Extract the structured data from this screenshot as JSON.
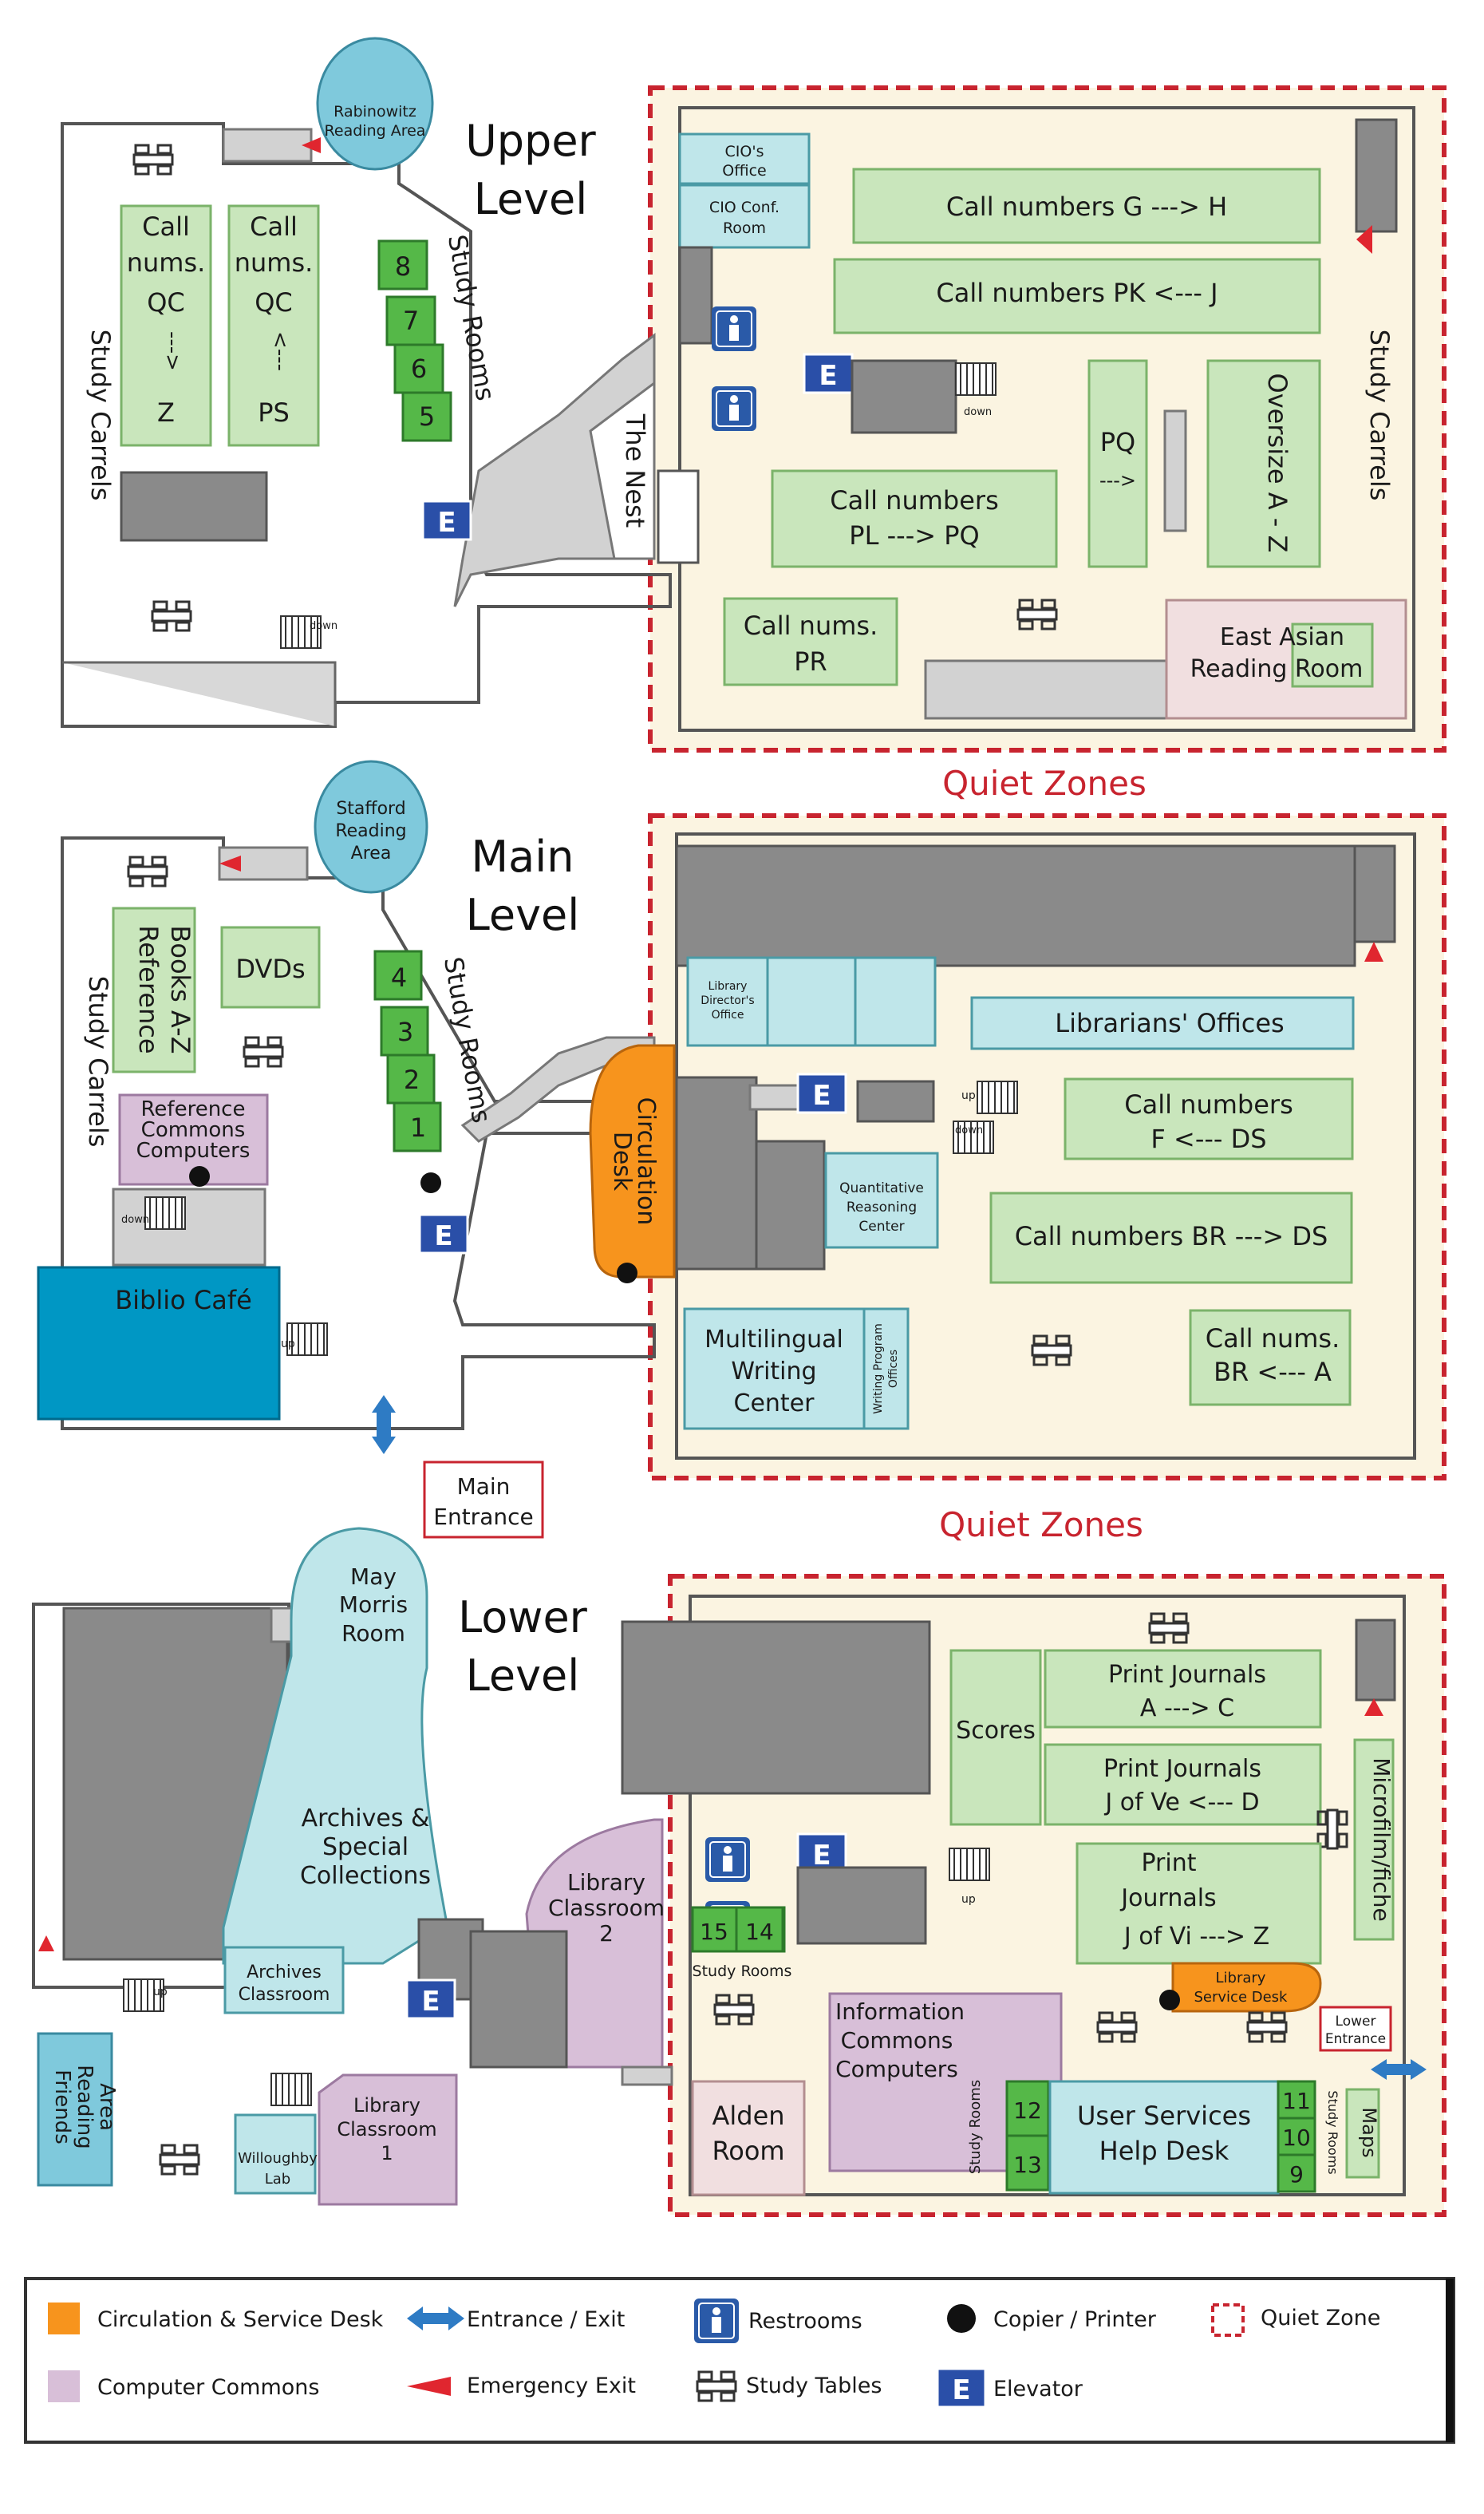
{
  "levels": {
    "upper": {
      "title_line1": "Upper",
      "title_line2": "Level",
      "rabinowitz": [
        "Rabinowitz",
        "Reading Area"
      ],
      "study_carrels": "Study Carrels",
      "call_qc_z": [
        "Call",
        "nums.",
        "QC",
        "--->",
        "Z"
      ],
      "call_qc_ps": [
        "Call",
        "nums.",
        "QC",
        "<---",
        "PS"
      ],
      "study_rooms": "Study Rooms",
      "room_numbers": [
        "8",
        "7",
        "6",
        "5"
      ],
      "nest": "The Nest",
      "cio_office": [
        "CIO's",
        "Office"
      ],
      "cio_conf": [
        "CIO Conf.",
        "Room"
      ],
      "call_g_h": "Call numbers G ---> H",
      "call_pk_j": "Call numbers  PK <--- J",
      "call_pl_pq": [
        "Call numbers",
        "PL  ---> PQ"
      ],
      "pq": [
        "PQ",
        "--->"
      ],
      "oversize": "Oversize A - Z",
      "study_carrels_right": "Study Carrels",
      "call_pr": [
        "Call nums.",
        "PR"
      ],
      "east_asian": [
        "East Asian",
        "Reading Room"
      ],
      "down": "down"
    },
    "main": {
      "title_line1": "Main",
      "title_line2": "Level",
      "stafford": [
        "Stafford",
        "Reading",
        "Area"
      ],
      "reference_books": [
        "Reference",
        "Books A-Z"
      ],
      "dvds": "DVDs",
      "study_carrels": "Study Carrels",
      "reference_commons": [
        "Reference",
        "Commons",
        "Computers"
      ],
      "biblio_cafe": "Biblio Café",
      "study_rooms": "Study Rooms",
      "room_numbers": [
        "4",
        "3",
        "2",
        "1"
      ],
      "circulation_desk": [
        "Circulation",
        "Desk"
      ],
      "library_directors": [
        "Library",
        "Director's",
        "Office"
      ],
      "librarians_offices": "Librarians' Offices",
      "call_f_ds": [
        "Call numbers",
        "F <--- DS"
      ],
      "quant_center": [
        "Quantitative",
        "Reasoning",
        "Center"
      ],
      "call_br_ds": "Call numbers BR ---> DS",
      "multilingual": [
        "Multilingual",
        "Writing",
        "Center"
      ],
      "writing_program": [
        "Writing Program",
        "Offices"
      ],
      "call_br_a": [
        "Call nums.",
        "BR <--- A"
      ],
      "main_entrance": [
        "Main",
        "Entrance"
      ],
      "up": "up",
      "down": "down"
    },
    "lower": {
      "title_line1": "Lower",
      "title_line2": "Level",
      "may_morris": [
        "May",
        "Morris",
        "Room"
      ],
      "archives": [
        "Archives &",
        "Special",
        "Collections"
      ],
      "library_classroom_2": [
        "Library",
        "Classroom",
        "2"
      ],
      "archives_classroom": [
        "Archives",
        "Classroom"
      ],
      "friends_reading": [
        "Friends",
        "Reading",
        "Area"
      ],
      "willoughby": [
        "Willoughby",
        "Lab"
      ],
      "library_classroom_1": [
        "Library",
        "Classroom",
        "1"
      ],
      "scores": "Scores",
      "print_a_c": [
        "Print Journals",
        "A ---> C"
      ],
      "print_j_d": [
        "Print Journals",
        "J of Ve <--- D"
      ],
      "print_vi_z": [
        "Print",
        "Journals",
        "J  of Vi ---> Z"
      ],
      "microfilm": "Microfilm/fiche",
      "study_rooms_15_14": [
        "15",
        "14"
      ],
      "study_rooms_label": "Study Rooms",
      "info_commons": [
        "Information",
        "Commons",
        "Computers"
      ],
      "library_service_desk": [
        "Library",
        "Service Desk"
      ],
      "lower_entrance": [
        "Lower",
        "Entrance"
      ],
      "alden": [
        "Alden",
        "Room"
      ],
      "rooms_12_13": [
        "12",
        "13"
      ],
      "user_services": [
        "User Services",
        "Help Desk"
      ],
      "rooms_11_10_9": [
        "11",
        "10",
        "9"
      ],
      "maps": "Maps",
      "up": "up"
    }
  },
  "quiet_zones_label": "Quiet Zones",
  "elevator_letter": "E",
  "legend": {
    "items": [
      {
        "label": "Circulation & Service Desk",
        "color": "#f7941d"
      },
      {
        "label": "Entrance / Exit",
        "color": "#2e7bc4"
      },
      {
        "label": "Restrooms",
        "color": "#2a5aa8"
      },
      {
        "label": "Copier / Printer",
        "color": "#111111"
      },
      {
        "label": "Quiet Zone",
        "color": "#c8242f"
      },
      {
        "label": "Computer Commons",
        "color": "#d8bfd8"
      },
      {
        "label": "Emergency Exit",
        "color": "#e0262f"
      },
      {
        "label": "Study Tables",
        "color": "#333333"
      },
      {
        "label": "Elevator",
        "color": "#2a4fa8"
      }
    ]
  }
}
